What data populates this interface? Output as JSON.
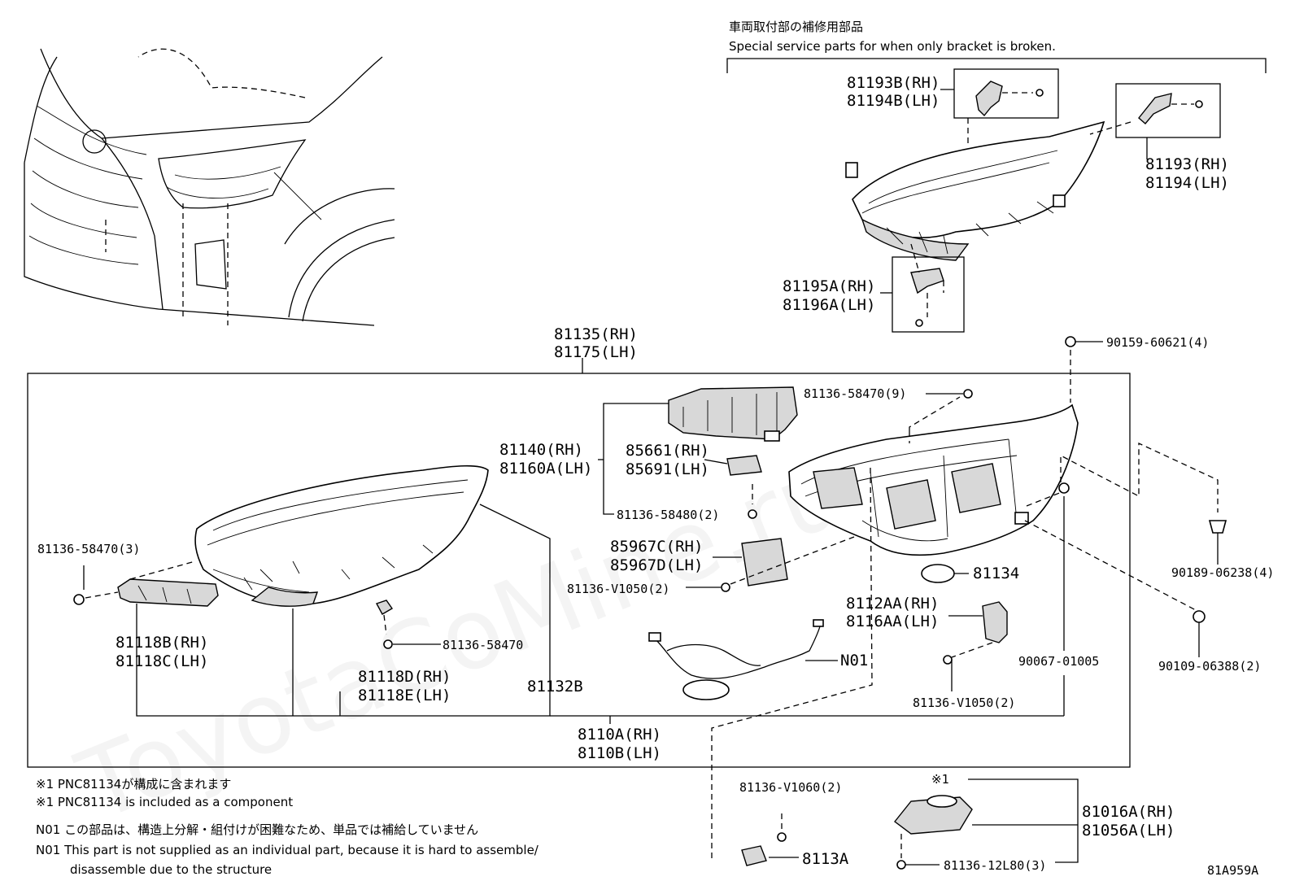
{
  "header": {
    "title_ja": "車両取付部の補修用部品",
    "title_en": "Special service parts for when only bracket is broken."
  },
  "watermark": "ToyotaCoMine.ru",
  "labels": {
    "p81193B": "81193B(RH)",
    "p81194B": "81194B(LH)",
    "p81193": "81193(RH)",
    "p81194": "81194(LH)",
    "p81195A": "81195A(RH)",
    "p81196A": "81196A(LH)",
    "p90159": "90159-60621(4)",
    "p81135": "81135(RH)",
    "p81175": "81175(LH)",
    "p81136_9": "81136-58470(9)",
    "p81140": "81140(RH)",
    "p81160A": "81160A(LH)",
    "p85661": "85661(RH)",
    "p85691": "85691(LH)",
    "p81136_58480": "81136-58480(2)",
    "p81136_3": "81136-58470(3)",
    "p85967C": "85967C(RH)",
    "p85967D": "85967D(LH)",
    "p81136_V1050a": "81136-V1050(2)",
    "p81134": "81134",
    "p90189": "90189-06238(4)",
    "p8112AA": "8112AA(RH)",
    "p8116AA": "8116AA(LH)",
    "p81118B": "81118B(RH)",
    "p81118C": "81118C(LH)",
    "p81136_58470": "81136-58470",
    "pN01": "N01",
    "p90067": "90067-01005",
    "p90109": "90109-06388(2)",
    "p81118D": "81118D(RH)",
    "p81118E": "81118E(LH)",
    "p81132B": "81132B",
    "p81136_V1050b": "81136-V1050(2)",
    "p8110A": "8110A(RH)",
    "p8110B": "8110B(LH)",
    "p81136_V1060": "81136-V1060(2)",
    "p8113A": "8113A",
    "pmark1": "※1",
    "p81016A": "81016A(RH)",
    "p81056A": "81056A(LH)",
    "p81136_12L80": "81136-12L80(3)"
  },
  "notes": {
    "n1_ja": "※1 PNC81134が構成に含まれます",
    "n1_en": "※1 PNC81134 is included as a component",
    "n2_ja": "N01 この部品は、構造上分解・組付けが困難なため、単品では補給していません",
    "n2_en_1": "N01 This part is not supplied as an individual part, because it is hard to assemble/",
    "n2_en_2": "disassemble due to the structure"
  },
  "figure_code": "81A959A"
}
